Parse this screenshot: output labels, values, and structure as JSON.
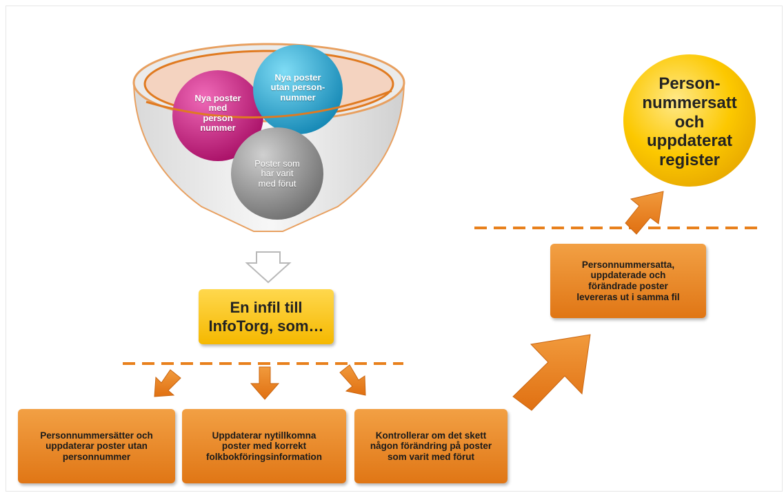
{
  "funnel": {
    "bubbles": [
      {
        "name": "bubble-magenta",
        "text": "Nya poster\nmed\nperson\nnummer",
        "color": "#c2187a"
      },
      {
        "name": "bubble-cyan",
        "text": "Nya poster\nutan person-\nnummer",
        "color": "#1fa7cf"
      },
      {
        "name": "bubble-gray",
        "text": "Poster som\nhar varit\nmed förut",
        "color": "#8a8a8a"
      }
    ]
  },
  "infil": {
    "text": "En infil till\nInfoTorg, som…"
  },
  "steps": [
    {
      "text": "Personnummersätter och\nuppdaterar poster utan\npersonnummer"
    },
    {
      "text": "Uppdaterar nytillkomna\nposter med korrekt\nfolkbokföringsinformation"
    },
    {
      "text": "Kontrollerar om det skett\nnågon förändring på poster\nsom varit med förut"
    }
  ],
  "delivery": {
    "text": "Personnummersatta,\nuppdaterade och\nförändrade poster\nlevereras ut i samma fil"
  },
  "result": {
    "text": "Person-\nnummersatt\noch\nuppdaterat\nregister"
  },
  "colors": {
    "orange": "#e8801c",
    "yellow": "#fcc400",
    "dashed": "#e8801c"
  }
}
